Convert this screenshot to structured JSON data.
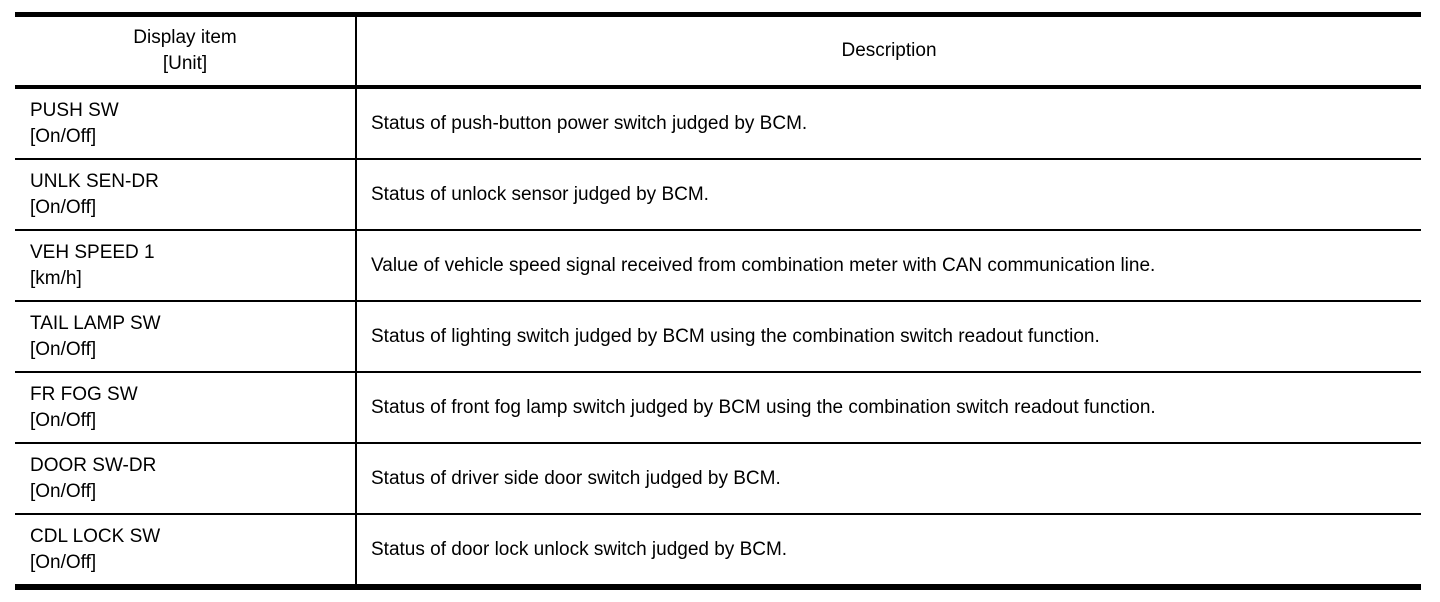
{
  "table": {
    "header": {
      "display_item_label": "Display item",
      "unit_label": "[Unit]",
      "description_label": "Description"
    },
    "rows": [
      {
        "item": "PUSH SW",
        "unit": "[On/Off]",
        "description": "Status of push-button power switch judged by BCM."
      },
      {
        "item": "UNLK SEN-DR",
        "unit": "[On/Off]",
        "description": "Status of unlock sensor judged by BCM."
      },
      {
        "item": "VEH SPEED 1",
        "unit": "[km/h]",
        "description": "Value of vehicle speed signal received from combination meter with CAN communication line."
      },
      {
        "item": "TAIL LAMP SW",
        "unit": "[On/Off]",
        "description": "Status of lighting switch judged by BCM using the combination switch readout function."
      },
      {
        "item": "FR FOG SW",
        "unit": "[On/Off]",
        "description": "Status of front fog lamp switch judged by BCM using the combination switch readout function."
      },
      {
        "item": "DOOR SW-DR",
        "unit": "[On/Off]",
        "description": "Status of driver side door switch judged by BCM."
      },
      {
        "item": "CDL LOCK SW",
        "unit": "[On/Off]",
        "description": "Status of door lock unlock switch judged by BCM."
      }
    ],
    "colors": {
      "border": "#000000",
      "text": "#000000",
      "background": "#ffffff"
    }
  }
}
